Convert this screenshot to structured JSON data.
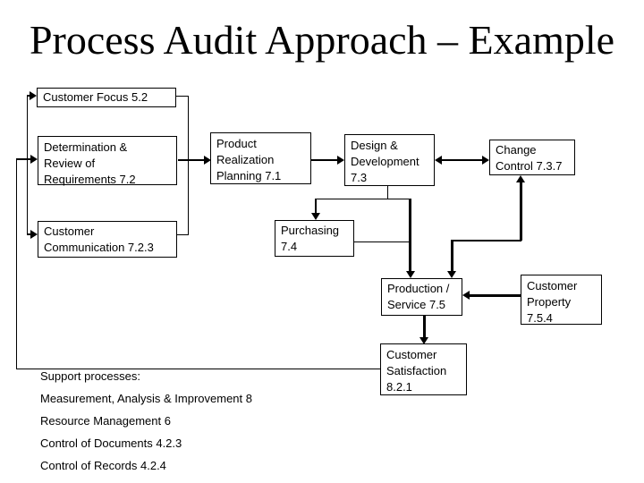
{
  "title": "Process Audit Approach – Example",
  "boxes": {
    "customer_focus": {
      "label": "Customer Focus 5.2"
    },
    "determination": {
      "label": "Determination &\nReview of\nRequirements 7.2"
    },
    "product_realization": {
      "label": "Product\nRealization\nPlanning 7.1"
    },
    "design_development": {
      "label": "Design &\nDevelopment\n7.3"
    },
    "change_control": {
      "label": "Change\nControl 7.3.7"
    },
    "customer_communication": {
      "label": "Customer\nCommunication 7.2.3"
    },
    "purchasing": {
      "label": "Purchasing\n7.4"
    },
    "production_service": {
      "label": "Production /\nService 7.5"
    },
    "customer_property": {
      "label": "Customer\nProperty\n7.5.4"
    },
    "customer_satisfaction": {
      "label": "Customer\nSatisfaction\n8.2.1"
    }
  },
  "support": {
    "heading": "Support processes:",
    "items": [
      "Measurement, Analysis & Improvement 8",
      "Resource Management 6",
      "Control of Documents 4.2.3",
      "Control of Records 4.2.4"
    ]
  },
  "colors": {
    "background": "#ffffff",
    "line_color": "#000000",
    "text_color": "#000000"
  }
}
